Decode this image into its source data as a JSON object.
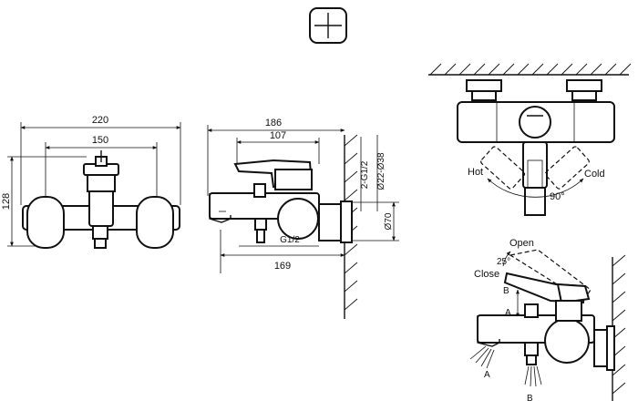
{
  "front_view": {
    "dim_width_total": "220",
    "dim_width_center": "150",
    "dim_height": "128"
  },
  "side_view": {
    "dim_top": "186",
    "dim_lever": "107",
    "dim_inlet": "2-G1/2",
    "dim_inlet_dia": "Ø22-Ø38",
    "dim_outlet": "G1/2",
    "dim_body_dia": "Ø70",
    "dim_depth": "169"
  },
  "lever_view": {
    "hot_label": "Hot",
    "cold_label": "Cold",
    "rotation": "90°"
  },
  "flow_view": {
    "open_label": "Open",
    "close_label": "Close",
    "tilt_angle": "25°",
    "label_b_top": "B",
    "label_a_mid": "A",
    "label_a_bottom": "A",
    "label_b_bottom": "B"
  }
}
